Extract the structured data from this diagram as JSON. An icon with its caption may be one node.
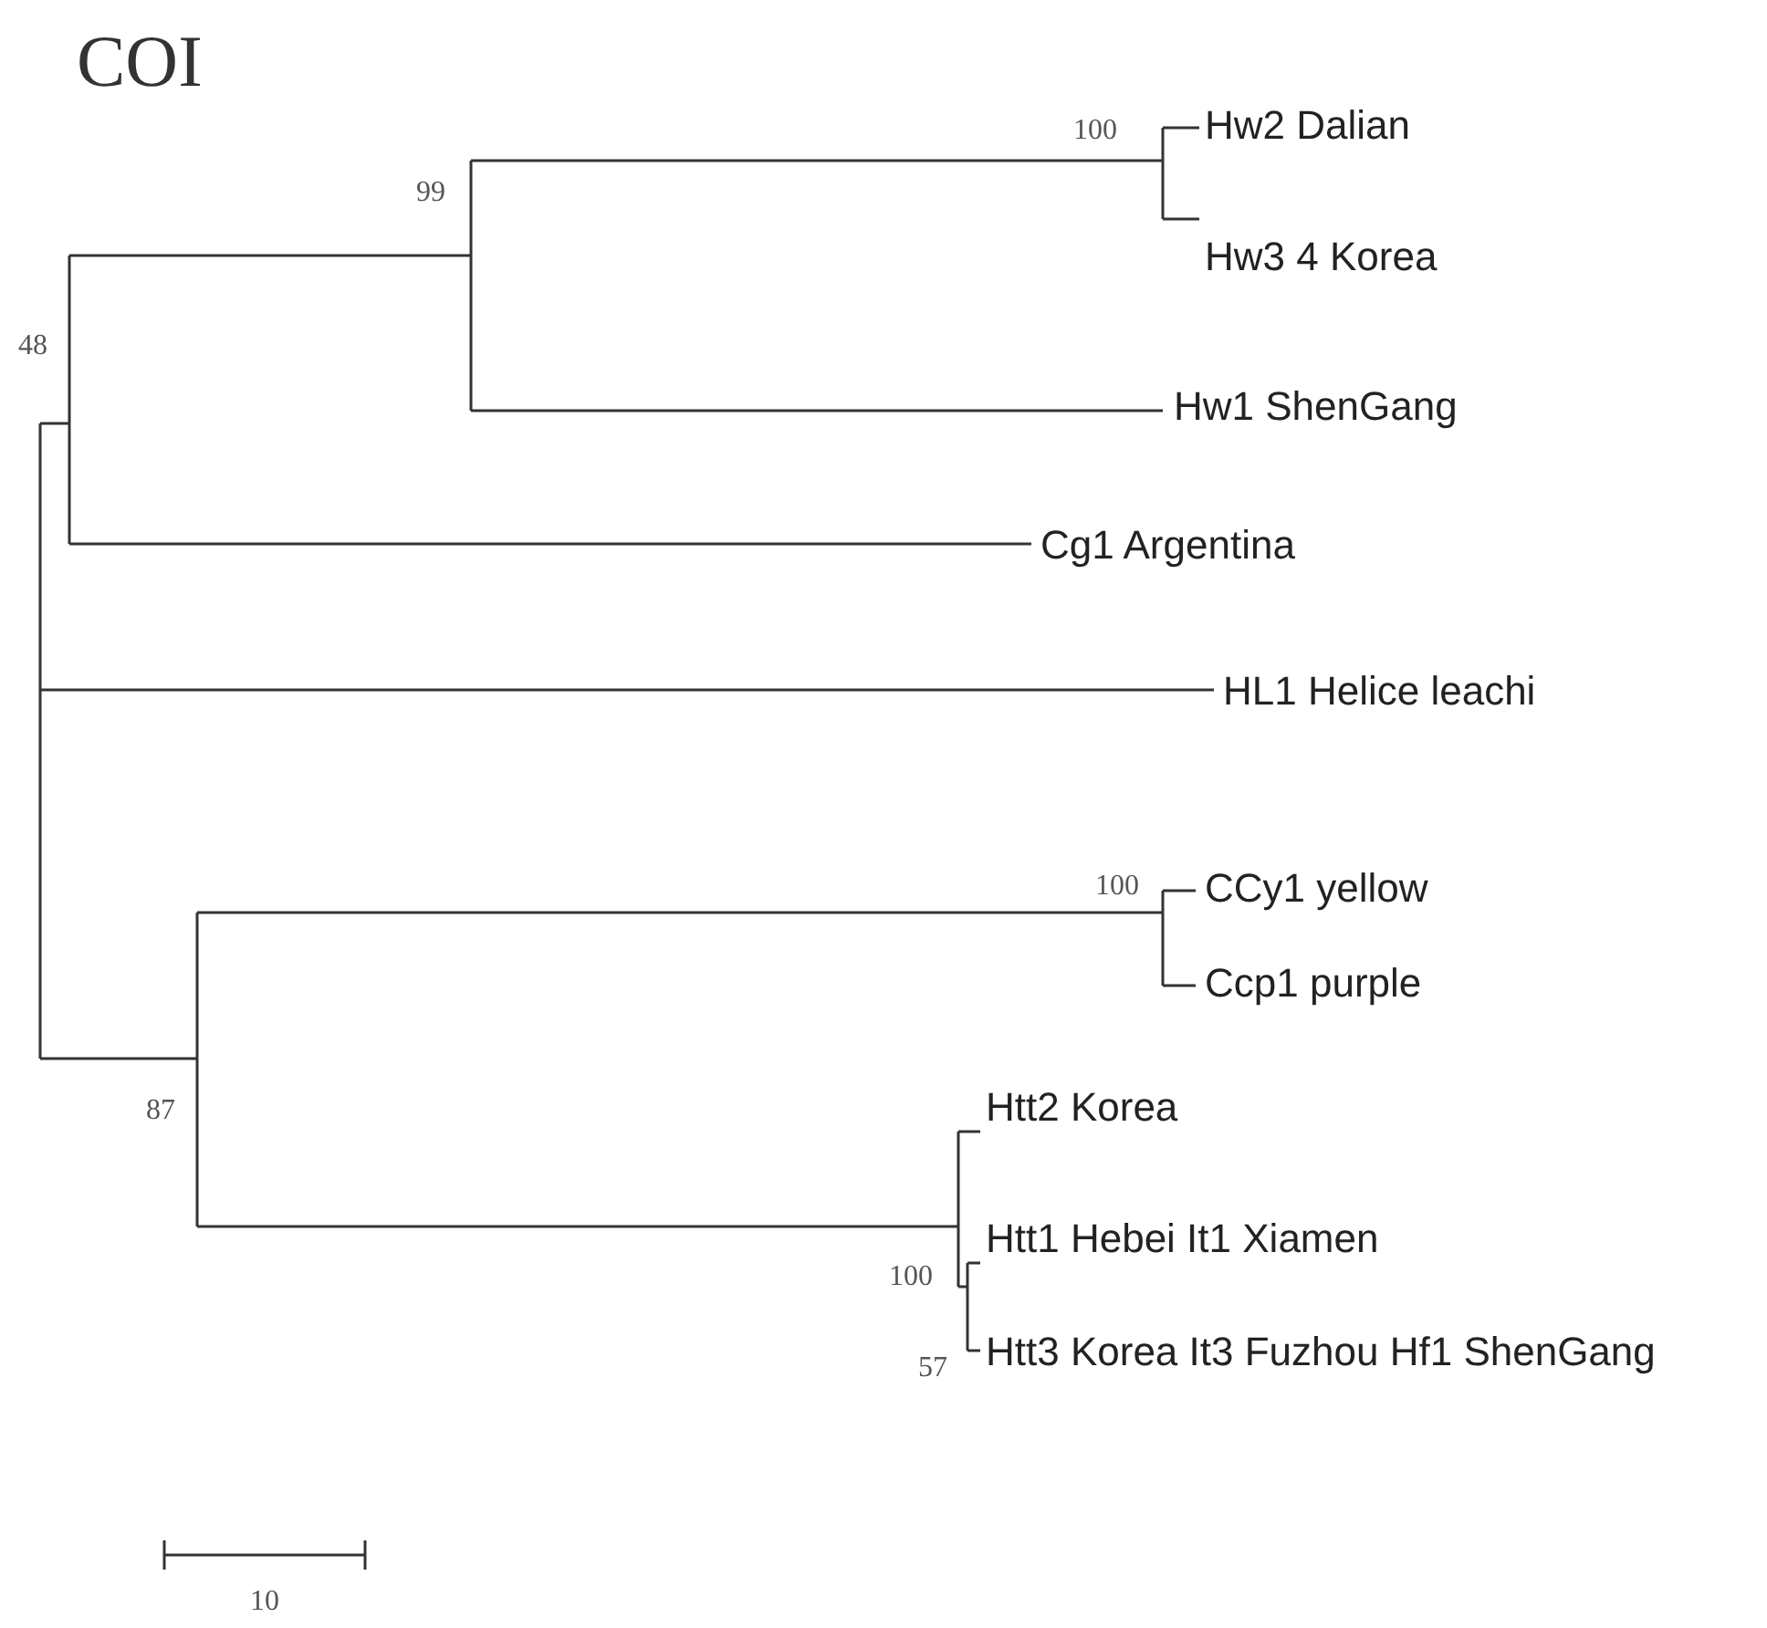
{
  "diagram": {
    "title": "COI",
    "labels": [
      "100",
      "Hw2 Dalian",
      "99",
      "Hw3 4 Korea",
      "48",
      "Hw1 ShenGang",
      "Cg1 Argentina",
      "HL1 Helice leachi",
      "100",
      "CCy1 yellow",
      "Ccp1 purple",
      "87",
      "Htt2 Korea",
      "100",
      "Htt1 Hebei It1 Xiamen",
      "57",
      "Htt3 Korea It3 Fuzhou Hf1 ShenGang",
      "10"
    ]
  }
}
